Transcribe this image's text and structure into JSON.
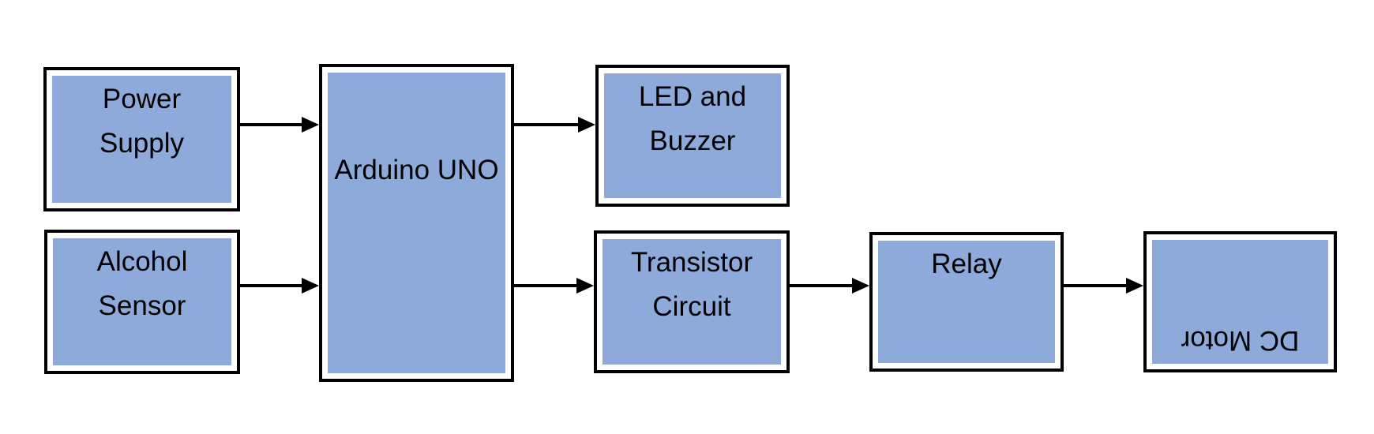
{
  "diagram": {
    "type": "block-diagram",
    "colors": {
      "node_fill": "#8EAADB",
      "node_border": "#000000",
      "background": "#FFFFFF",
      "text": "#000000",
      "arrow": "#000000"
    },
    "nodes": [
      {
        "id": "power-supply",
        "label": "Power Supply",
        "label_lines": [
          "Power",
          "Supply"
        ]
      },
      {
        "id": "alcohol-sensor",
        "label": "Alcohol Sensor",
        "label_lines": [
          "Alcohol",
          "Sensor"
        ]
      },
      {
        "id": "arduino-uno",
        "label": "Arduino UNO",
        "label_lines": [
          "Arduino UNO"
        ]
      },
      {
        "id": "led-and-buzzer",
        "label": "LED and Buzzer",
        "label_lines": [
          "LED and",
          "Buzzer"
        ]
      },
      {
        "id": "transistor-circuit",
        "label": "Transistor Circuit",
        "label_lines": [
          "Transistor",
          "Circuit"
        ]
      },
      {
        "id": "relay",
        "label": "Relay",
        "label_lines": [
          "Relay"
        ]
      },
      {
        "id": "dc-motor",
        "label": "DC Motor",
        "label_lines": [
          "DC Motor"
        ],
        "text_rotation_deg": 180
      }
    ],
    "edges": [
      {
        "from": "power-supply",
        "to": "arduino-uno"
      },
      {
        "from": "alcohol-sensor",
        "to": "arduino-uno"
      },
      {
        "from": "arduino-uno",
        "to": "led-and-buzzer"
      },
      {
        "from": "arduino-uno",
        "to": "transistor-circuit"
      },
      {
        "from": "transistor-circuit",
        "to": "relay"
      },
      {
        "from": "relay",
        "to": "dc-motor"
      }
    ]
  }
}
